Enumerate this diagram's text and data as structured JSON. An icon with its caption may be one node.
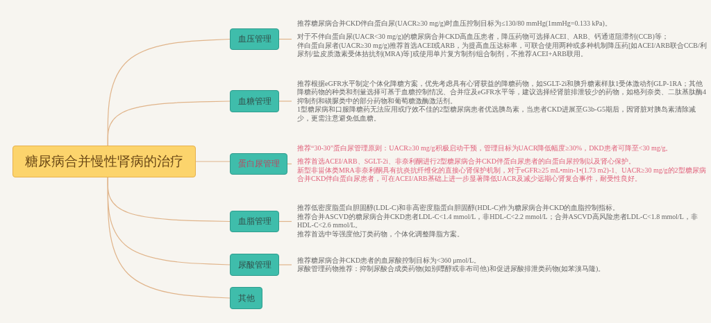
{
  "diagram": {
    "nodes": [
      {
        "text": [
          "糖尿病合并慢性肾病的治疗"
        ]
      },
      {
        "text": [
          "血压管理"
        ]
      },
      {
        "text": [
          "推荐糖尿病合并CKD伴白蛋白尿(UACR≥30 mg/g)时血压控制目标为≤130/80 mmHg(1mmHg=0.133 kPa)。",
          "对于不伴白蛋白尿(UACR<30 mg/g)的糖尿病合并CKD高血压患者，降压药物可选择ACEI、ARB、钙通道阻滞剂(CCB)等；",
          "伴白蛋白尿者(UACR≥30 mg/g)推荐首选ACEI或ARB，为提高血压达标率，可联合使用两种或多种机制降压药[如ACEI/ARB联合CCB/利尿剂/盐皮质激素受体拮抗剂(MRA)等]或使用单片复方制剂/组合制剂，不推荐ACEI+ARB联用。"
        ]
      },
      {
        "text": [
          "血糖管理"
        ]
      },
      {
        "text": [
          "推荐根据eGFR水平制定个体化降糖方案，优先考虑具有心肾获益的降糖药物，如SGLT-2i和胰升糖素样肽1受体激动剂GLP-1RA；其他降糖药物的种类和剂量选择可基于血糖控制情况、合并症及eGFR水平等，建议选择经肾脏排泄较少的药物，如格列奈类、二肽基肽酶4抑制剂和磺脲类中的部分药物和葡萄糖激酶激活剂。",
          "1型糖尿病和口服降糖药无法应用或疗效不佳的2型糖尿病患者优选胰岛素，当患者CKD进展至G3b-G5期后，因肾脏对胰岛素清除减少，更需注意避免低血糖。"
        ]
      },
      {
        "text": [
          "蛋白尿管理"
        ]
      },
      {
        "text": [
          "推荐“30-30”蛋白尿管理原则：UACR≥30 mg/g积极启动干预，管理目标为UACR降低幅度≥30%，DKD患者可降至<30 mg/g。",
          "推荐首选ACEI/ARB、SGLT-2i、非奈利酮进行2型糖尿病合并CKD伴蛋白尿患者的白蛋白尿控制以及肾心保护。",
          "新型非甾体类MRA非奈利酮具有抗炎抗纤维化的直接心肾保护机制，对于eGFR≥25 mL•min-1•(1.73 m2)-1、UACR≥30 mg/g的2型糖尿病合并CKD伴白蛋白尿患者，可在ACEI/ARB基础上进一步显著降低UACR及减少远期心肾复合事件，耐受性良好。"
        ]
      },
      {
        "text": [
          "血脂管理"
        ]
      },
      {
        "text": [
          "推荐低密度脂蛋白胆固醇(LDL-C)和非高密度脂蛋白胆固醇(HDL-C)作为糖尿病合并CKD的血脂控制指标。",
          "推荐合并ASCVD的糖尿病合并CKD患者LDL-C<1.4 mmol/L，非HDL-C<2.2 mmol/L；合并ASCVD高风险患者LDL-C<1.8 mmol/L，非HDL-C<2.6 mmol/L。",
          "推荐首选中等强度他汀类药物，个体化调整降脂方案。"
        ]
      },
      {
        "text": [
          "尿酸管理"
        ]
      },
      {
        "text": [
          "推荐糖尿病合并CKD患者的血尿酸控制目标为<360 μmol/L。",
          "尿酸管理药物推荐：抑制尿酸合成类药物(如别嘌醇或非布司他)和促进尿酸排泄类药物(如苯溴马隆)。"
        ]
      },
      {
        "text": [
          "其他"
        ]
      }
    ],
    "edges": [
      {
        "from": 0,
        "to": 1,
        "arrow": "none"
      },
      {
        "from": 0,
        "to": 3,
        "arrow": "none"
      },
      {
        "from": 0,
        "to": 5,
        "arrow": "none"
      },
      {
        "from": 0,
        "to": 7,
        "arrow": "none"
      },
      {
        "from": 0,
        "to": 9,
        "arrow": "none"
      },
      {
        "from": 0,
        "to": 11,
        "arrow": "none"
      },
      {
        "from": 1,
        "to": 2,
        "arrow": "none"
      },
      {
        "from": 3,
        "to": 4,
        "arrow": "none"
      },
      {
        "from": 5,
        "to": 6,
        "arrow": "none"
      },
      {
        "from": 7,
        "to": 8,
        "arrow": "none"
      },
      {
        "from": 9,
        "to": 10,
        "arrow": "none"
      }
    ]
  }
}
